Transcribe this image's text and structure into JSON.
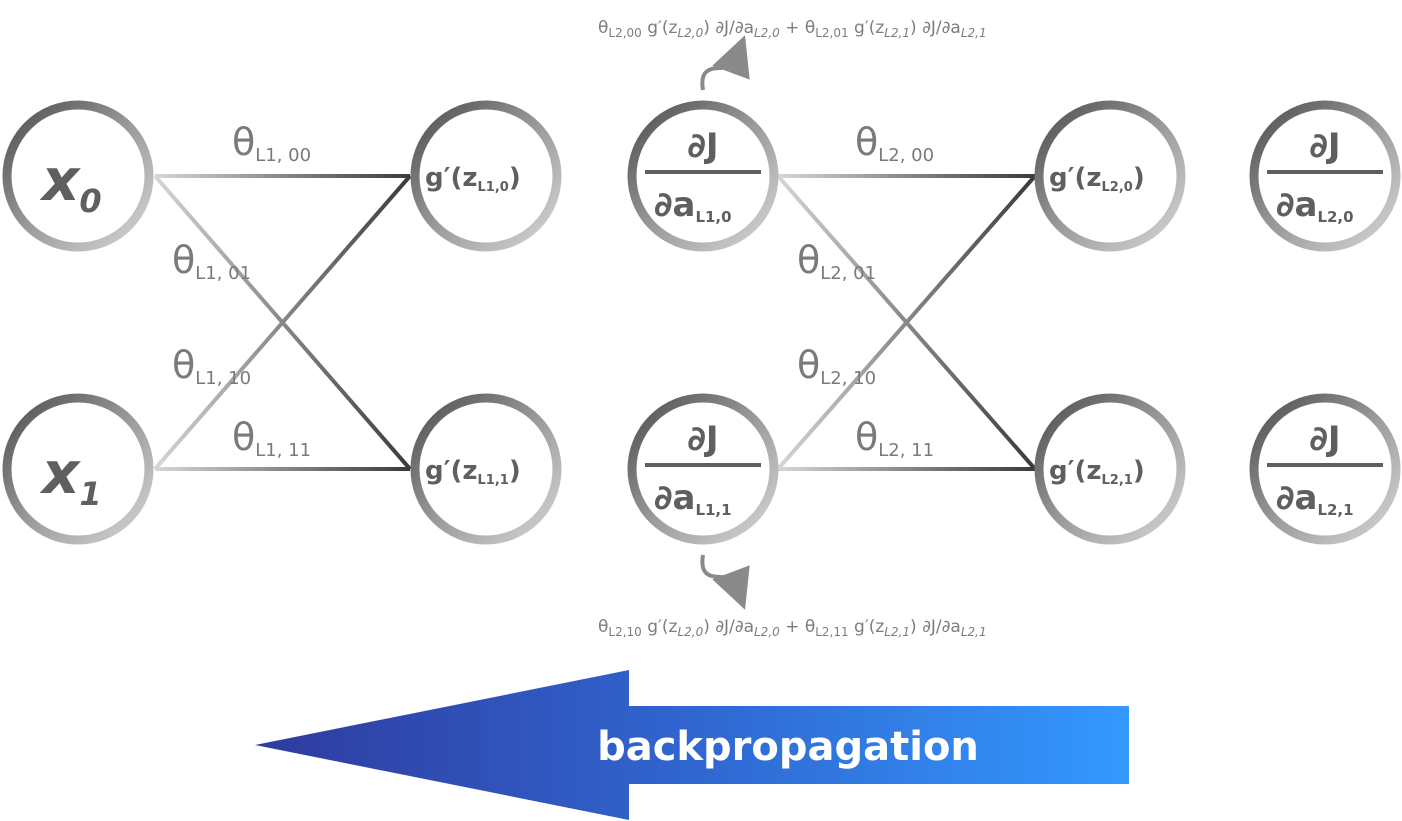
{
  "weights": {
    "l1_00": {
      "theta": "θ",
      "sub": "L1, 00"
    },
    "l1_01": {
      "theta": "θ",
      "sub": "L1, 01"
    },
    "l1_10": {
      "theta": "θ",
      "sub": "L1, 10"
    },
    "l1_11": {
      "theta": "θ",
      "sub": "L1, 11"
    },
    "l2_00": {
      "theta": "θ",
      "sub": "L2, 00"
    },
    "l2_01": {
      "theta": "θ",
      "sub": "L2, 01"
    },
    "l2_10": {
      "theta": "θ",
      "sub": "L2, 10"
    },
    "l2_11": {
      "theta": "θ",
      "sub": "L2, 11"
    }
  },
  "nodes": {
    "x0": {
      "base": "x",
      "sub": "0"
    },
    "x1": {
      "base": "x",
      "sub": "1"
    },
    "g_l1_0": {
      "prefix": "g′(z",
      "sub": "L1,0",
      "suffix": ")"
    },
    "g_l1_1": {
      "prefix": "g′(z",
      "sub": "L1,1",
      "suffix": ")"
    },
    "g_l2_0": {
      "prefix": "g′(z",
      "sub": "L2,0",
      "suffix": ")"
    },
    "g_l2_1": {
      "prefix": "g′(z",
      "sub": "L2,1",
      "suffix": ")"
    },
    "da_l1_0": {
      "num": "∂J",
      "den": "∂a",
      "sub": "L1,0"
    },
    "da_l1_1": {
      "num": "∂J",
      "den": "∂a",
      "sub": "L1,1"
    },
    "da_l2_0": {
      "num": "∂J",
      "den": "∂a",
      "sub": "L2,0"
    },
    "da_l2_1": {
      "num": "∂J",
      "den": "∂a",
      "sub": "L2,1"
    }
  },
  "formulas": {
    "top": {
      "t1": "θ",
      "s1": "L2,00",
      "t2": " g′(z",
      "s2": "L2,0",
      "t3": ") ∂J/∂a",
      "s3": "L2,0",
      "t4": " + θ",
      "s4": "L2,01",
      "t5": " g′(z",
      "s5": "L2,1",
      "t6": ") ∂J/∂a",
      "s6": "L2,1"
    },
    "bottom": {
      "t1": "θ",
      "s1": "L2,10",
      "t2": " g′(z",
      "s2": "L2,0",
      "t3": ") ∂J/∂a",
      "s3": "L2,0",
      "t4": " + θ",
      "s4": "L2,11",
      "t5": " g′(z",
      "s5": "L2,1",
      "t6": ") ∂J/∂a",
      "s6": "L2,1"
    }
  },
  "arrow": {
    "label": "backpropagation"
  },
  "colors": {
    "ring_dark": "#555555",
    "ring_light": "#d0d0d0",
    "text": "#5f5f5f",
    "arrow_start": "#2f3fa8",
    "arrow_end": "#3399ff"
  }
}
